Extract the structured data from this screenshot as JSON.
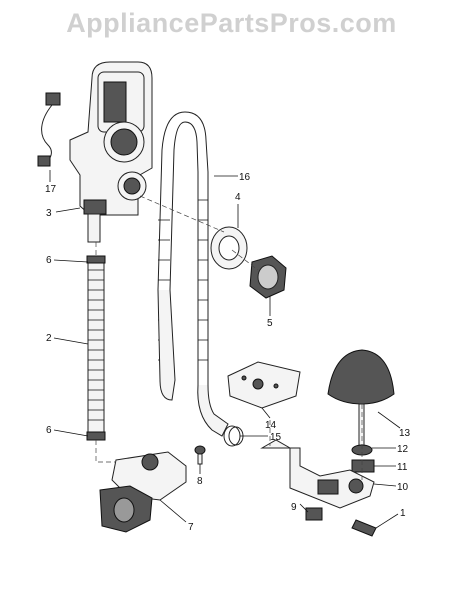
{
  "watermark": "AppliancePartsPros.com",
  "callouts": [
    "1",
    "2",
    "3",
    "4",
    "5",
    "6",
    "7",
    "8",
    "9",
    "10",
    "11",
    "12",
    "13",
    "14",
    "15",
    "16",
    "17"
  ],
  "labels": {
    "c17": "17",
    "c3": "3",
    "c16": "16",
    "c4": "4",
    "c6a": "6",
    "c5": "5",
    "c2": "2",
    "c14": "14",
    "c13": "13",
    "c12": "12",
    "c6b": "6",
    "c15": "15",
    "c11": "11",
    "c10": "10",
    "c8": "8",
    "c9": "9",
    "c1": "1",
    "c7": "7"
  }
}
